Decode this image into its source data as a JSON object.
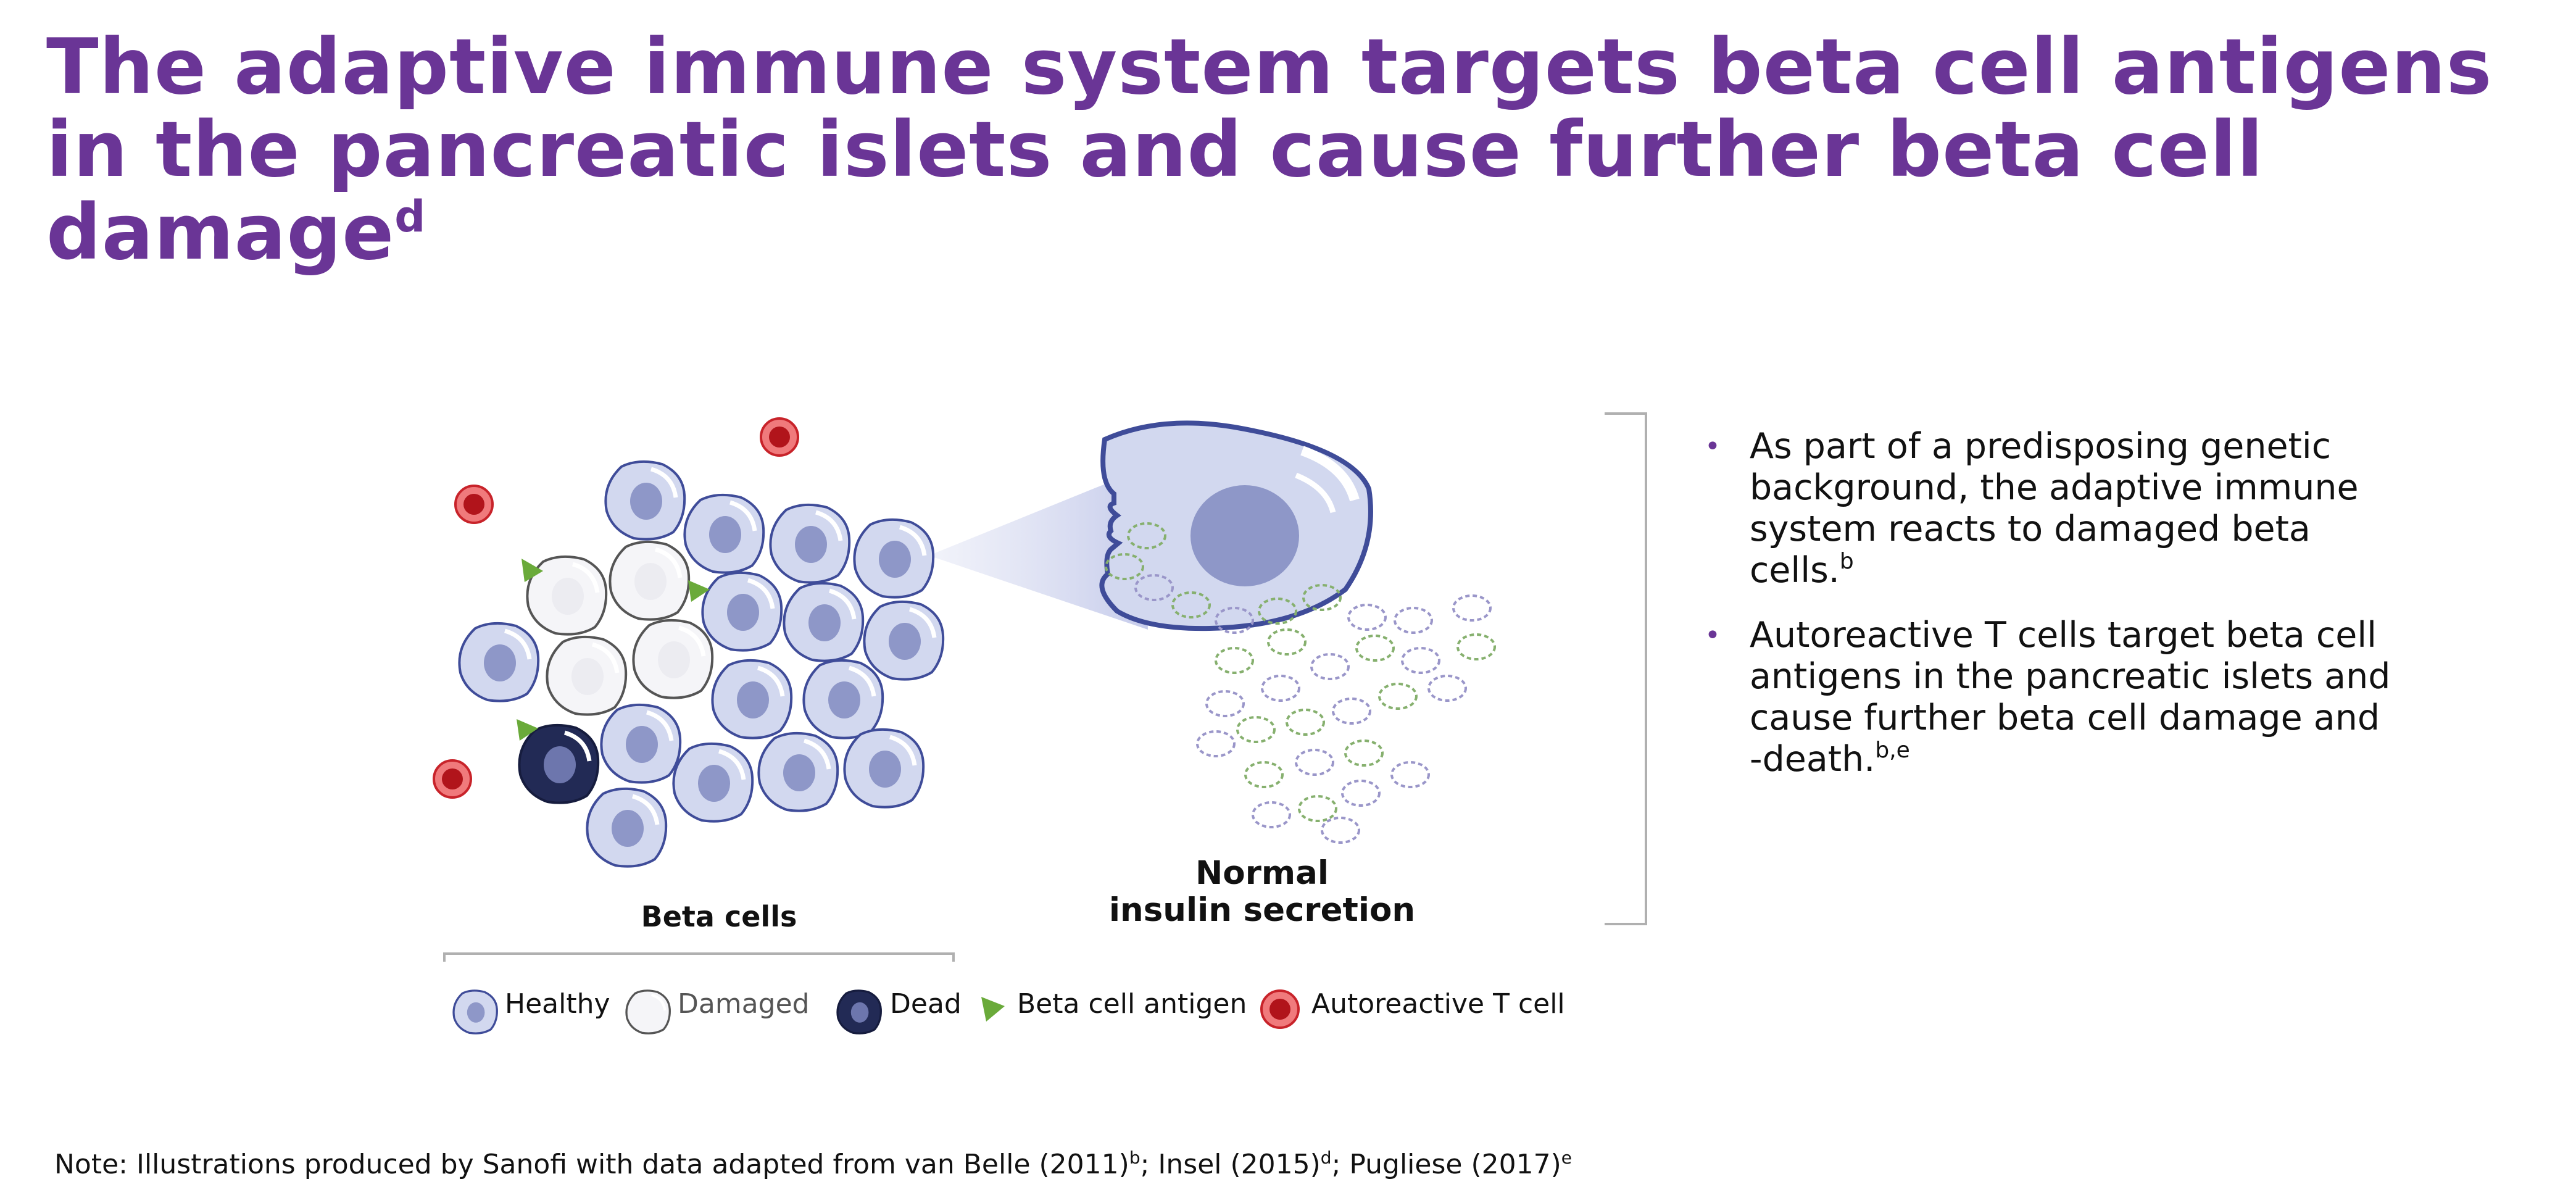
{
  "slide": {
    "title": "The adaptive immune system targets beta cell antigens in the pancreatic islets and cause further beta cell damage",
    "title_superscript": "d"
  },
  "illustration": {
    "beta_cells_label": "Beta cells",
    "normal_label_line1": "Normal",
    "normal_label_line2": "insulin secretion"
  },
  "legend": {
    "healthy": "Healthy",
    "damaged": "Damaged",
    "dead": "Dead",
    "antigen": "Beta cell antigen",
    "tcell": "Autoreactive T cell"
  },
  "bullets": [
    {
      "text": "As part of a predisposing genetic background, the adaptive immune system reacts to damaged beta cells.",
      "sup": "b"
    },
    {
      "text": "Autoreactive T cells target beta cell antigens in the pancreatic islets and cause further beta cell damage and -death.",
      "sup": "b,e"
    }
  ],
  "note": {
    "prefix": "Note: Illustrations produced by Sanofi with data adapted from van Belle (2011)",
    "sup1": "b",
    "mid1": "; Insel (2015)",
    "sup2": "d",
    "mid2": "; Pugliese (2017)",
    "sup3": "e"
  },
  "colors": {
    "title": "#6a3596",
    "healthy_cell": "#d2d8ef",
    "healthy_nucleus": "#8e97c8",
    "cell_outline": "#3f4c99",
    "damaged_cell": "#f5f5f8",
    "damaged_outline": "#555555",
    "dead_cell": "#222a55",
    "antigen": "#6aaa3a",
    "tcell": "#e03a3e",
    "insulin_green": "#86b06e",
    "insulin_purple": "#9a96c9"
  }
}
